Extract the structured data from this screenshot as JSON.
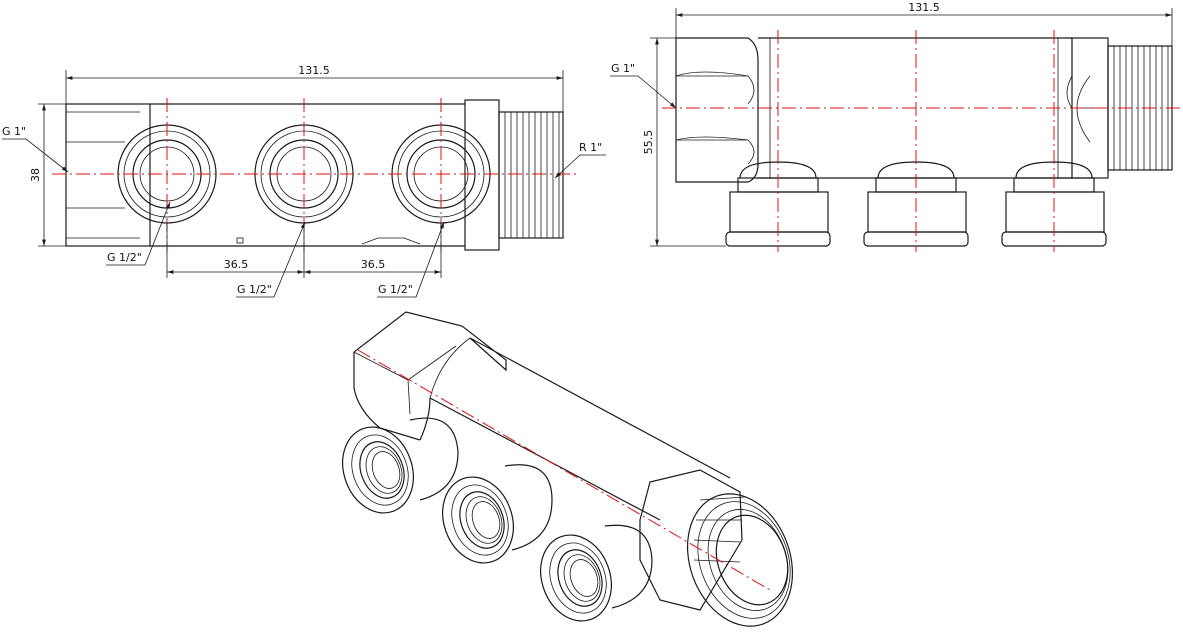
{
  "front_view": {
    "overall_length": "131.5",
    "height": "38",
    "spacing_left": "36.5",
    "spacing_right": "36.5",
    "inlet_thread": "G 1\"",
    "outlet_thread": "R 1\"",
    "port_thread_left": "G 1/2\"",
    "port_thread_mid": "G 1/2\"",
    "port_thread_right": "G 1/2\""
  },
  "side_view": {
    "overall_length": "131.5",
    "height": "55.5",
    "inlet_thread": "G 1\""
  },
  "colors": {
    "line": "#1a1a1a",
    "centerline": "#e01010"
  }
}
